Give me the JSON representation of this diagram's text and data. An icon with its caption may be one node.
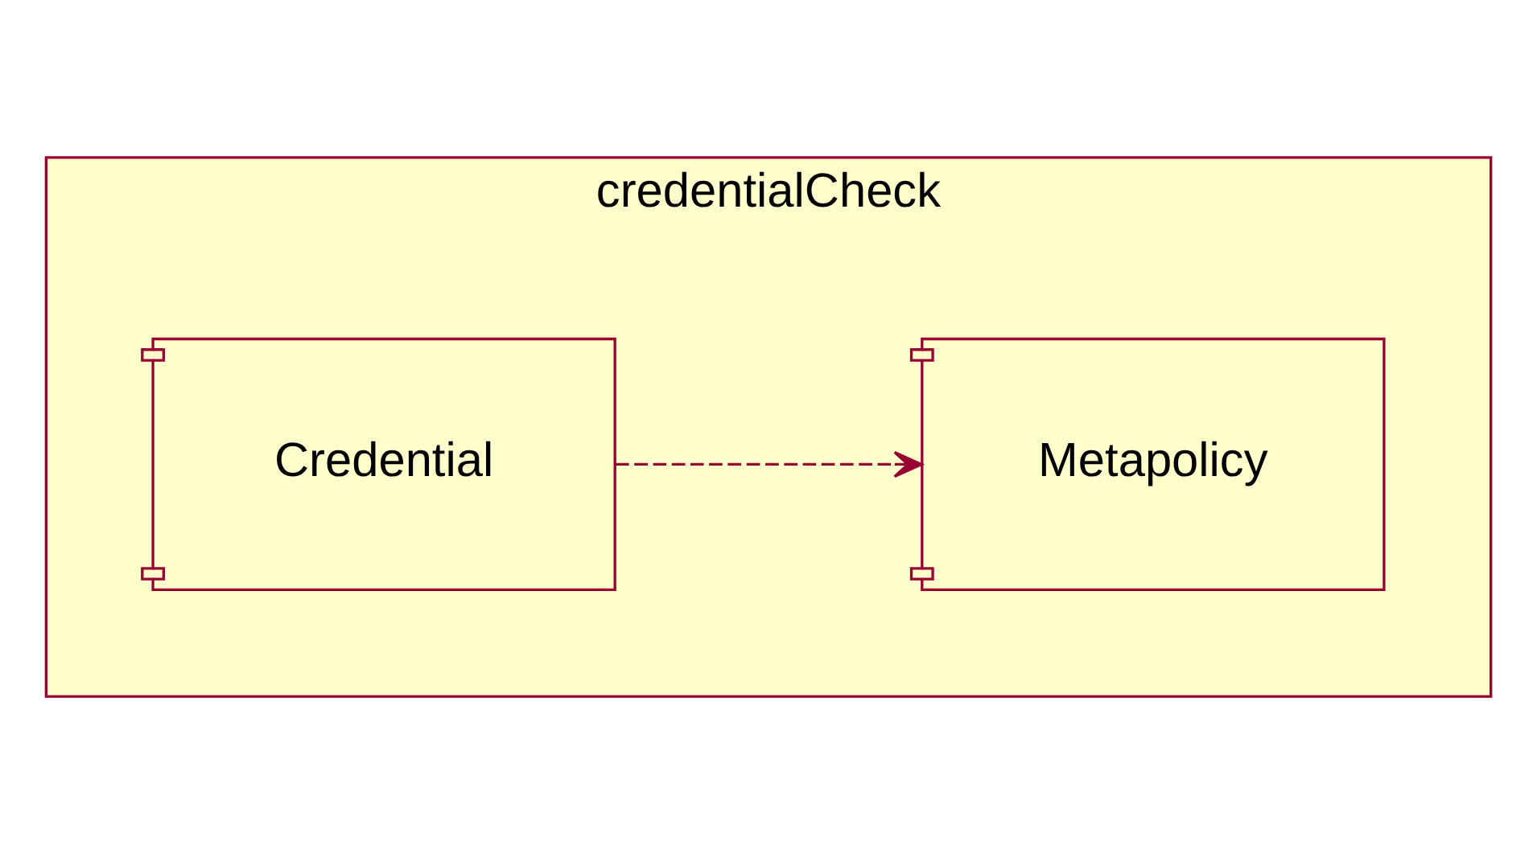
{
  "diagram": {
    "nodes": [
      {
        "text": [
          "credentialCheck"
        ]
      },
      {
        "text": [
          "Credential"
        ],
        "in": 0
      },
      {
        "text": [
          "Metapolicy"
        ],
        "in": 0
      }
    ],
    "edges": [
      {
        "from": 1,
        "to": 2,
        "arrow": "to",
        "style": "dashed"
      }
    ]
  }
}
